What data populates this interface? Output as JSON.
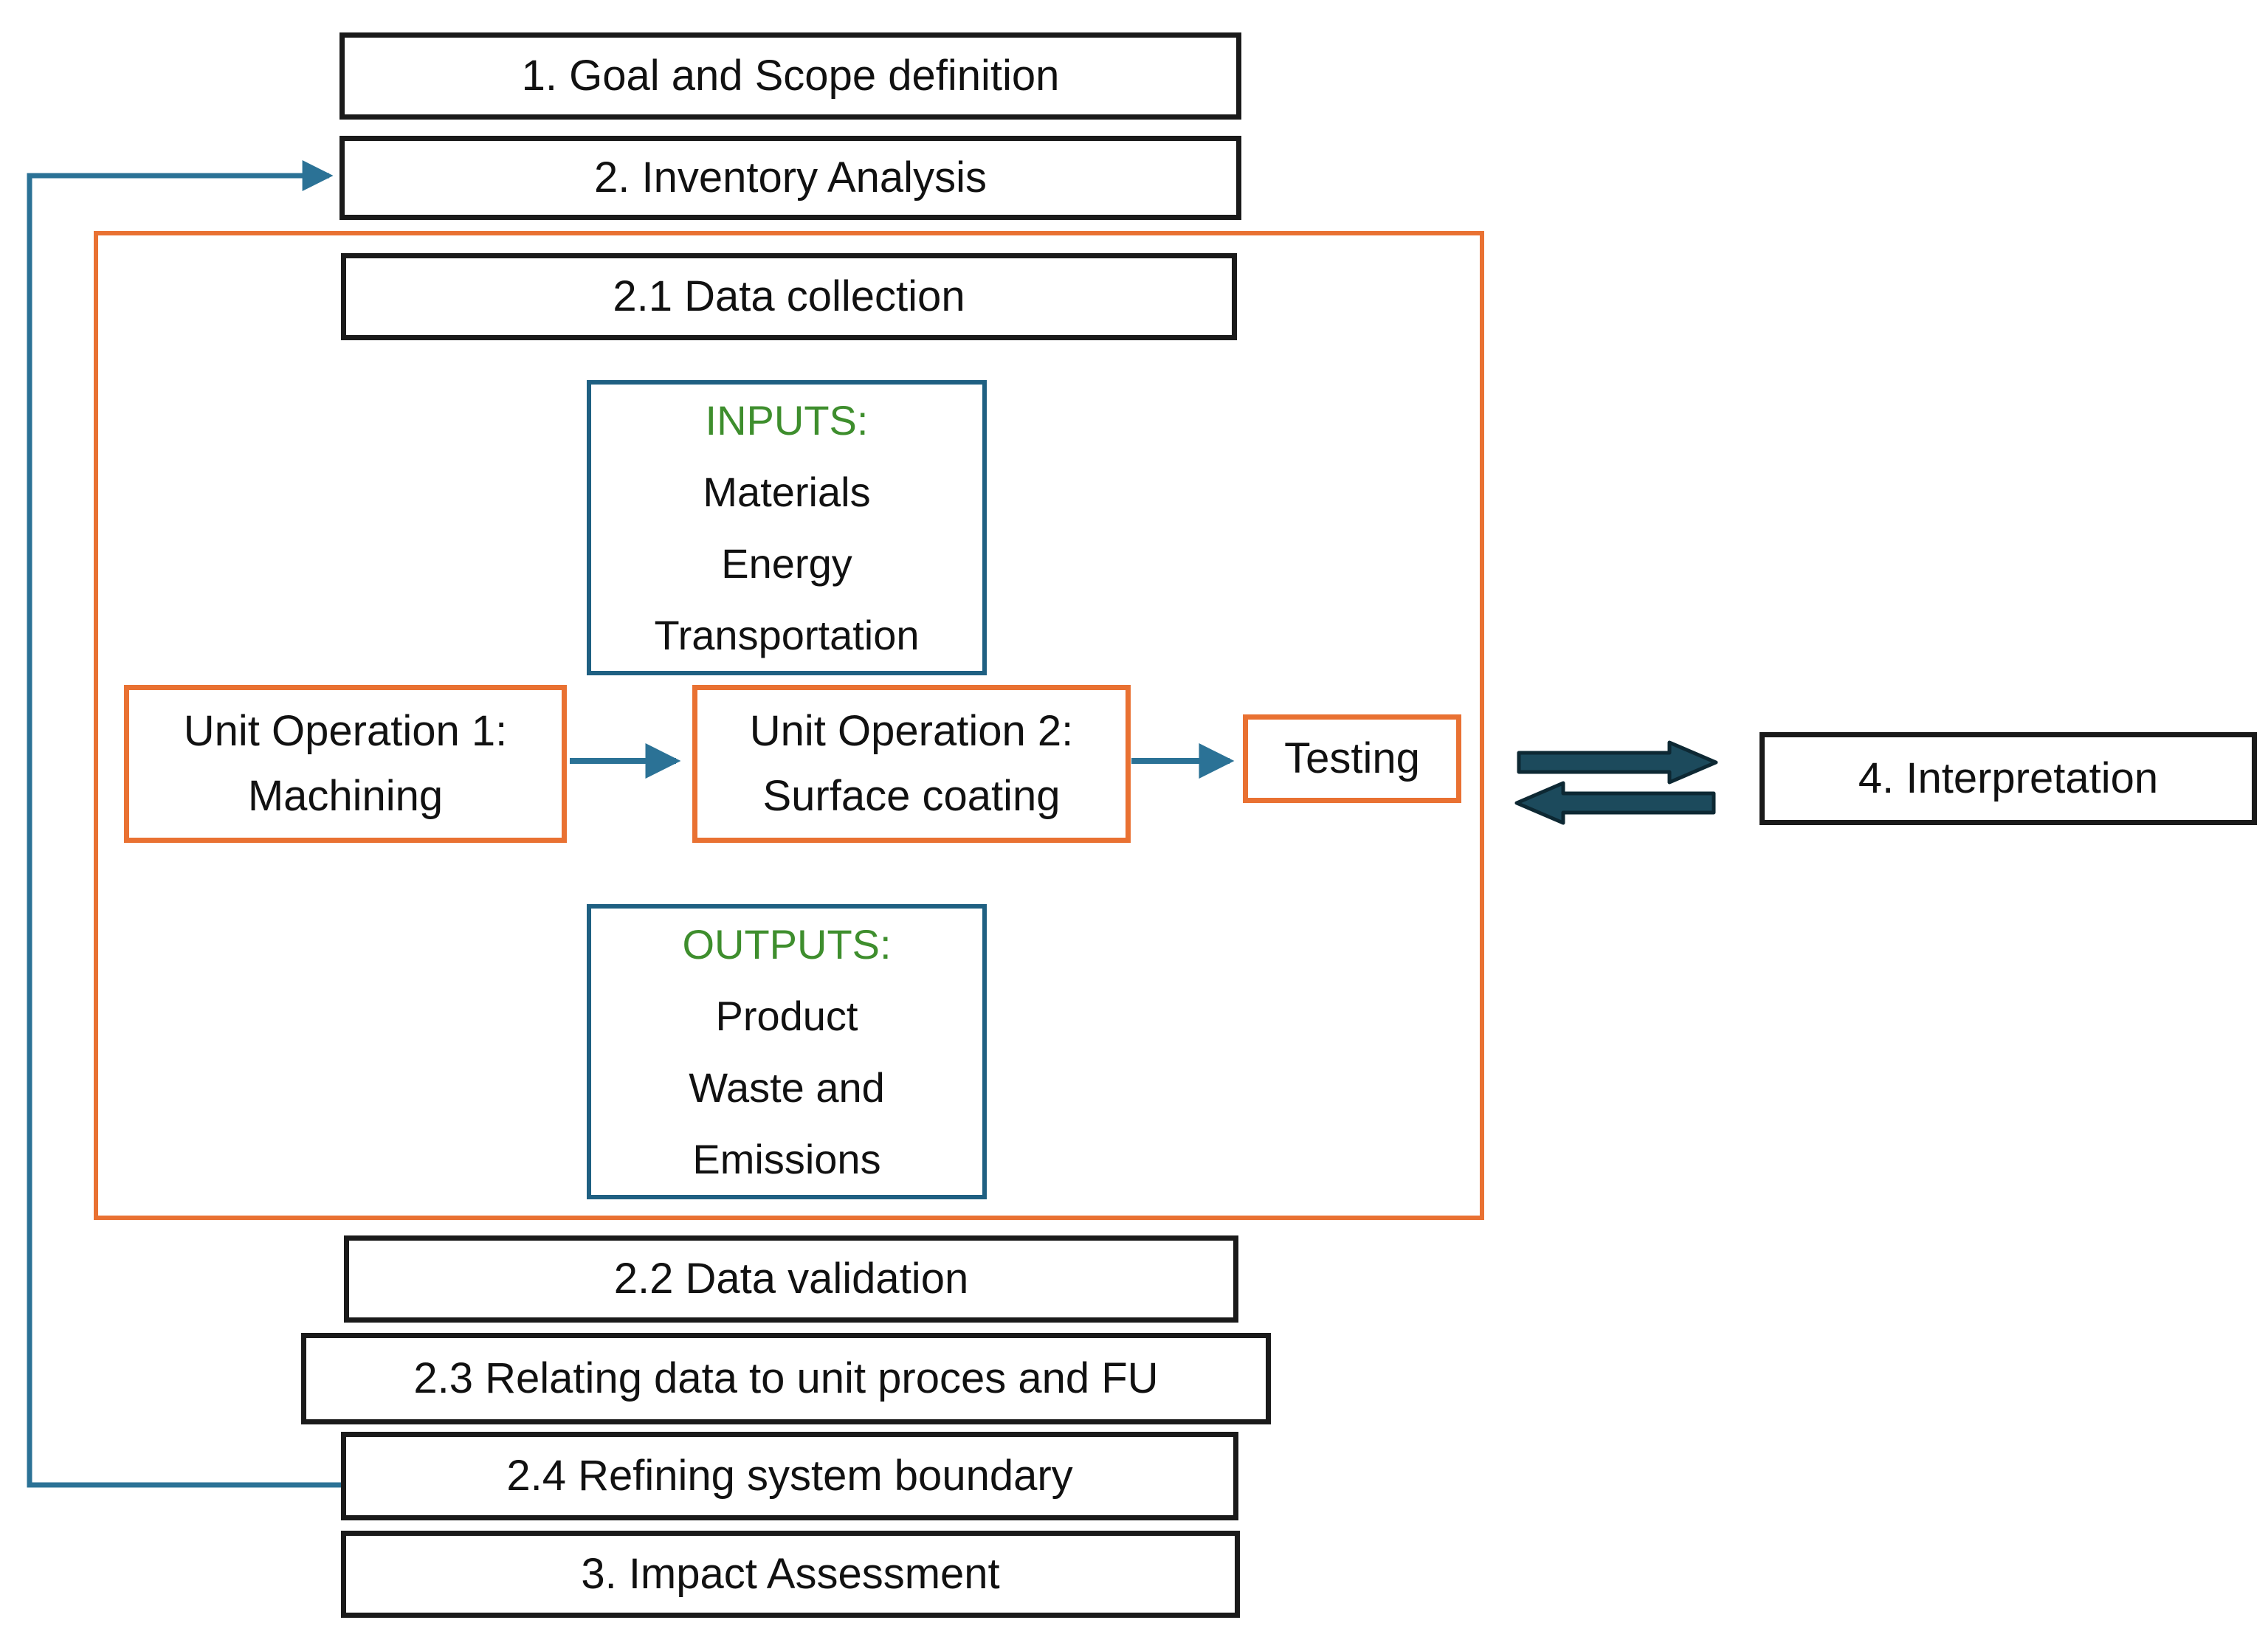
{
  "colors": {
    "box_border": "#1a1a1a",
    "accent_orange": "#e97132",
    "accent_blue": "#1f6082",
    "arrow_blue": "#2b7296",
    "label_green": "#3e8e2d",
    "dark_arrow_fill": "#1c4a5c",
    "dark_arrow_outline": "#0d2833",
    "text_black": "#111111",
    "background": "#ffffff"
  },
  "diagram": {
    "step_1": "1. Goal and Scope definition",
    "step_2": "2. Inventory Analysis",
    "step_2_1": "2.1 Data collection",
    "inputs": {
      "heading": "INPUTS:",
      "items": [
        "Materials",
        "Energy",
        "Transportation"
      ]
    },
    "unit_operation_1": {
      "title": "Unit Operation 1:",
      "subtitle": "Machining"
    },
    "unit_operation_2": {
      "title": "Unit Operation 2:",
      "subtitle": "Surface coating"
    },
    "testing": "Testing",
    "outputs": {
      "heading": "OUTPUTS:",
      "items": [
        "Product",
        "Waste and",
        "Emissions"
      ]
    },
    "step_2_2": "2.2 Data validation",
    "step_2_3": "2.3 Relating data to unit proces and FU",
    "step_2_4": "2.4 Refining system boundary",
    "step_3": "3. Impact Assessment",
    "step_4": "4. Interpretation"
  }
}
